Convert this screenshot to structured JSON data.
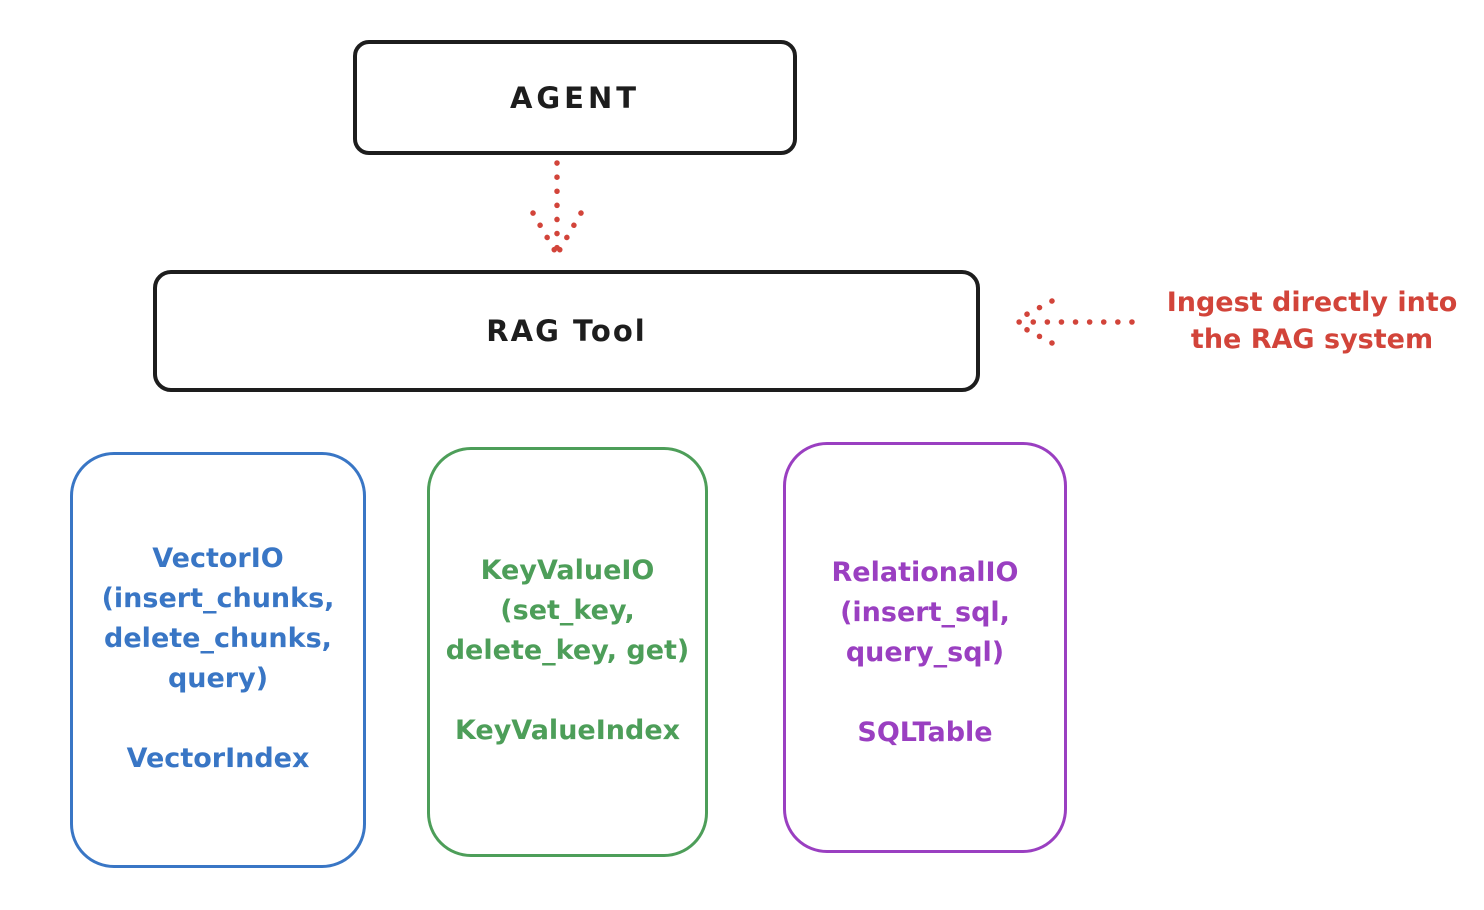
{
  "diagram": {
    "nodes": {
      "agent": {
        "label": "AGENT"
      },
      "rag_tool": {
        "label": "RAG Tool"
      }
    },
    "annotation": {
      "lines": [
        "Ingest directly into",
        "the RAG system"
      ]
    },
    "arrows": [
      {
        "name": "agent-to-rag-tool",
        "style": "dotted",
        "direction": "down",
        "color": "#d2443a"
      },
      {
        "name": "annotation-to-rag-tool",
        "style": "dotted",
        "direction": "left",
        "color": "#d2443a"
      }
    ],
    "backends": [
      {
        "name": "vector-io",
        "lines": [
          "VectorIO",
          "(insert_chunks,",
          "delete_chunks,",
          "query)"
        ],
        "index": "VectorIndex",
        "color": "#3976c5"
      },
      {
        "name": "keyvalue-io",
        "lines": [
          "KeyValueIO",
          "(set_key,",
          "delete_key, get)"
        ],
        "index": "KeyValueIndex",
        "color": "#4d9e59"
      },
      {
        "name": "relational-io",
        "lines": [
          "RelationalIO",
          "(insert_sql,",
          "query_sql)"
        ],
        "index": "SQLTable",
        "color": "#9a3fc1"
      }
    ]
  },
  "colors": {
    "ink": "#1d1d1d",
    "red": "#d2443a",
    "blue": "#3976c5",
    "green": "#4d9e59",
    "purple": "#9a3fc1",
    "background": "#ffffff"
  }
}
